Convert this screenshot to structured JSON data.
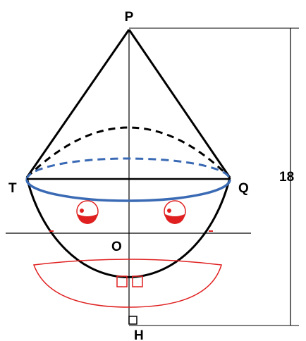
{
  "labels": {
    "apex": "P",
    "left_tangent": "T",
    "right_tangent": "Q",
    "center": "O",
    "bottom": "H",
    "height_value": "18"
  },
  "colors": {
    "outline": "#000000",
    "circle_edge": "#3a6ab4",
    "face": "#e02020"
  }
}
